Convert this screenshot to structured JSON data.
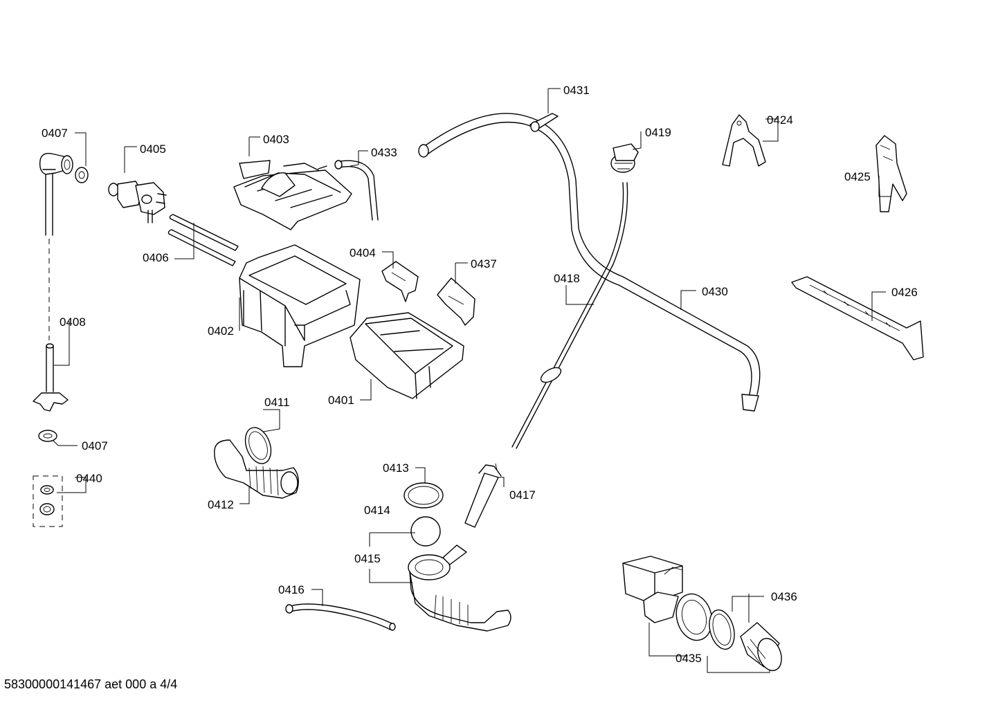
{
  "labels": {
    "p0401": "0401",
    "p0402": "0402",
    "p0403": "0403",
    "p0404": "0404",
    "p0405": "0405",
    "p0406": "0406",
    "p0407a": "0407",
    "p0407b": "0407",
    "p0408": "0408",
    "p0411": "0411",
    "p0412": "0412",
    "p0413": "0413",
    "p0414": "0414",
    "p0415": "0415",
    "p0416": "0416",
    "p0417": "0417",
    "p0418": "0418",
    "p0419": "0419",
    "p0424": "0424",
    "p0425": "0425",
    "p0426": "0426",
    "p0430": "0430",
    "p0431": "0431",
    "p0433": "0433",
    "p0435": "0435",
    "p0436": "0436",
    "p0437": "0437",
    "p0440": "0440"
  },
  "footer": "58300000141467 aet 000 a 4/4"
}
